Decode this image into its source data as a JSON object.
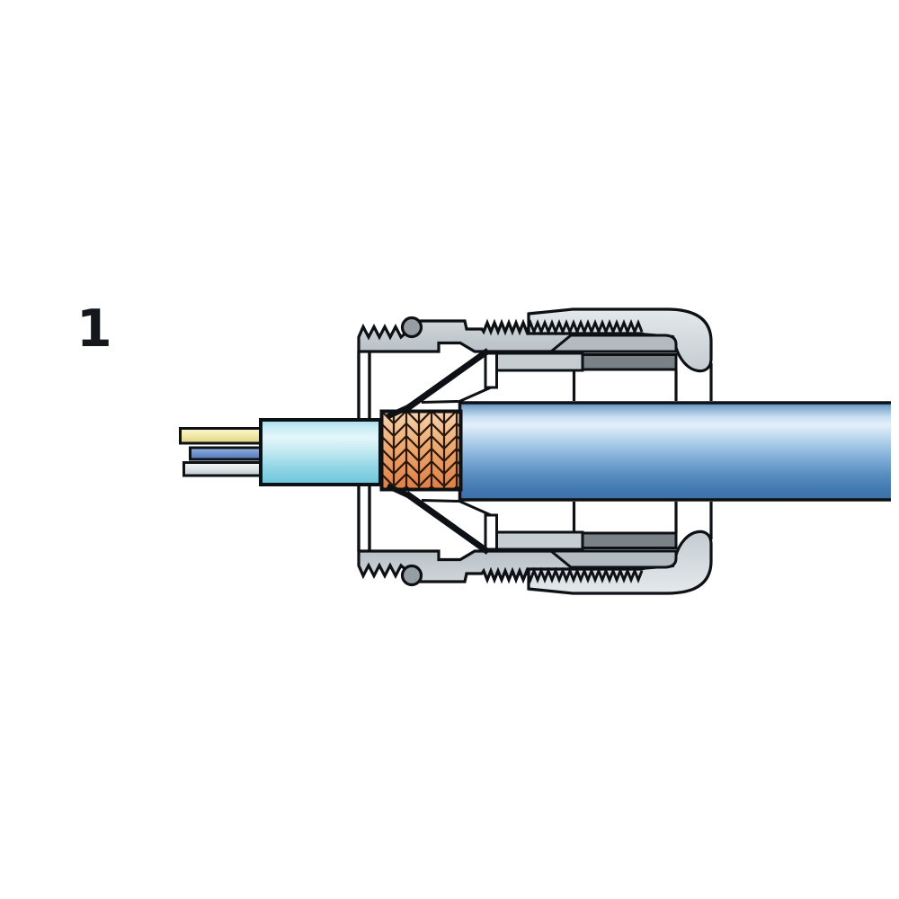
{
  "figure": {
    "step_label": "1",
    "kind": "technical cross-section illustration",
    "subject": "shielded cable inserted in EMC cable gland"
  },
  "palette": {
    "background": "#ffffff",
    "outline": "#0d1014",
    "cable_jacket_blue": "#4f86bc",
    "cable_jacket_highlight": "#e3f0fa",
    "inner_sheath_cyan": "#9fdceb",
    "shield_braid_copper": "#e08a56",
    "gland_body_gray": "#c9d1d6",
    "cap_nut_gray": "#d4dbdf",
    "seal_insert_dark_gray": "#7a8287",
    "o_ring_gray": "#969ea3",
    "wire_yellow": "#f3ecae",
    "wire_blue": "#7b9dd4",
    "wire_gray": "#dfe5e8"
  },
  "parts": [
    {
      "name": "step-number",
      "label": "1"
    },
    {
      "name": "conductor-wires"
    },
    {
      "name": "inner-sheath"
    },
    {
      "name": "shield-braid"
    },
    {
      "name": "cable-jacket"
    },
    {
      "name": "gland-body"
    },
    {
      "name": "o-ring"
    },
    {
      "name": "contact-spring"
    },
    {
      "name": "seal-ring"
    },
    {
      "name": "cap-nut"
    }
  ]
}
